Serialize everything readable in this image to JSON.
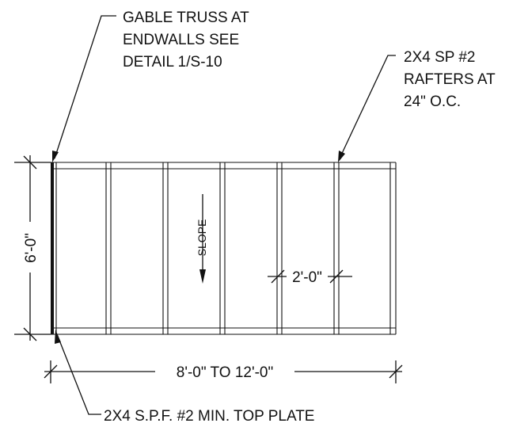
{
  "callouts": {
    "gable_truss": [
      "GABLE TRUSS AT",
      "ENDWALLS SEE",
      "DETAIL 1/S-10"
    ],
    "rafters": [
      "2X4 SP #2",
      "RAFTERS AT",
      "24\" O.C."
    ],
    "top_plate": "2X4 S.P.F. #2 MIN. TOP PLATE"
  },
  "dimensions": {
    "depth": "6'-0\"",
    "width": "8'-0\" TO 12'-0\"",
    "rafter_spacing": "2'-0\""
  },
  "slope_label": "SLOPE"
}
